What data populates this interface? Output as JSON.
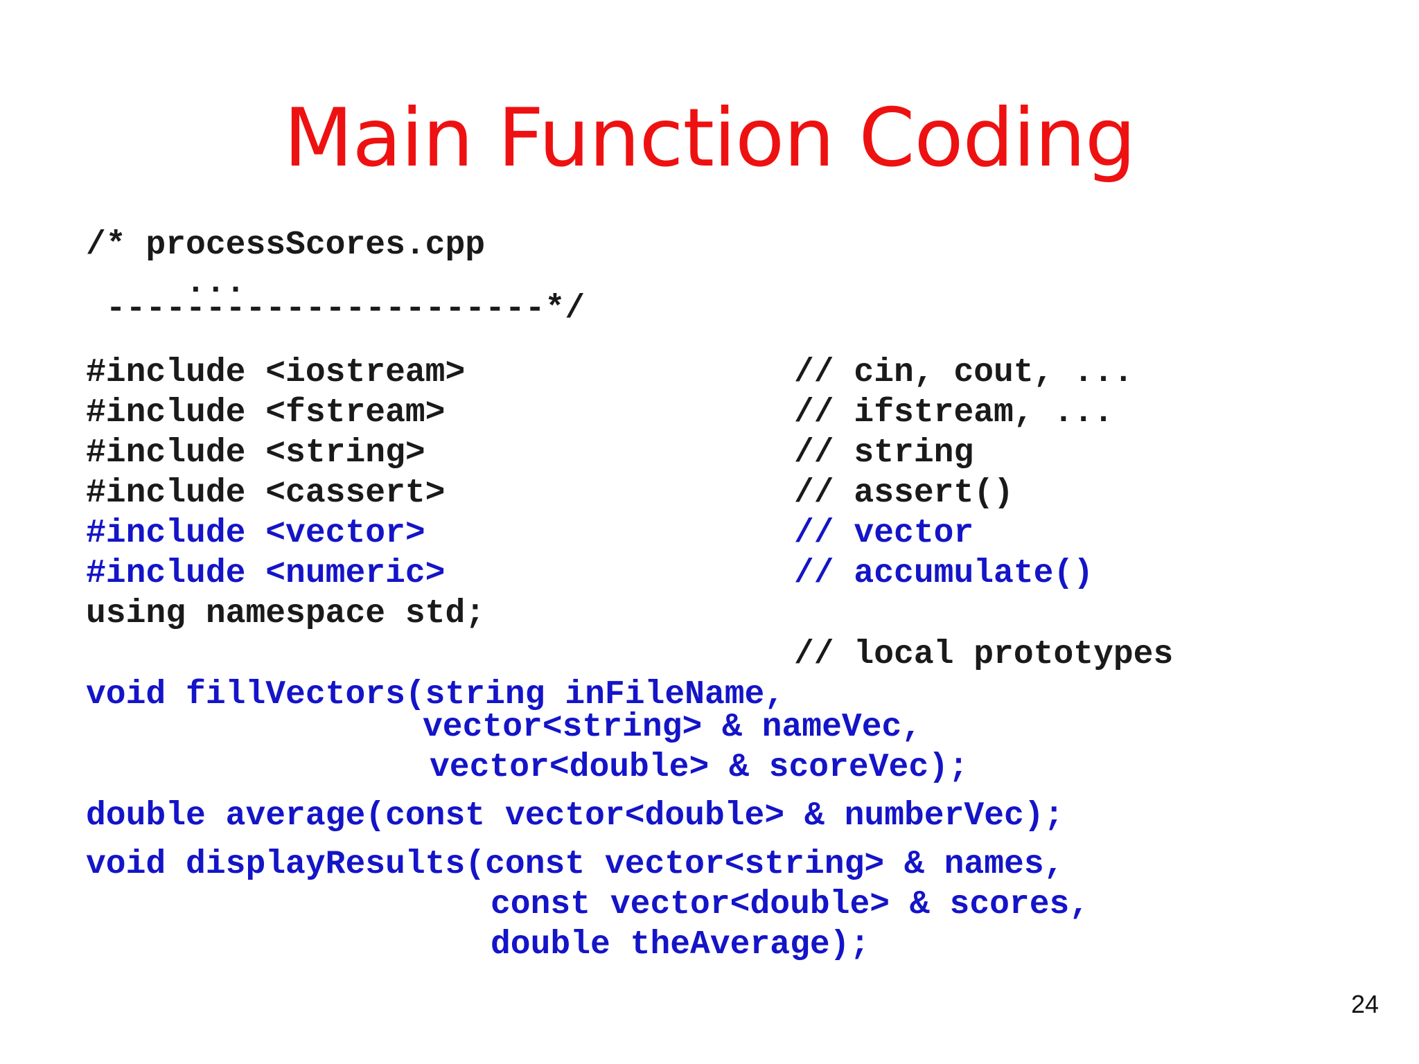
{
  "slide": {
    "title": "Main Function Coding",
    "page_number": "24"
  },
  "colors": {
    "title": "#ee1111",
    "code_default": "#1a1a1a",
    "code_highlight": "#1414c8"
  },
  "header_comment": [
    "/* processScores.cpp",
    "     ...",
    " ----------------------*/"
  ],
  "includes": [
    {
      "code": "#include <iostream>",
      "comment": "// cin, cout, ..."
    },
    {
      "code": "#include <fstream>",
      "comment": "// ifstream, ..."
    },
    {
      "code": "#include <string>",
      "comment": "// string"
    },
    {
      "code": "#include <cassert>",
      "comment": "// assert()"
    },
    {
      "code": "#include <vector>",
      "comment": "// vector"
    },
    {
      "code": "#include <numeric>",
      "comment": "// accumulate()"
    }
  ],
  "using_line": "using namespace std;",
  "prototypes_comment": "// local prototypes",
  "prototypes": {
    "fill_vectors": [
      "void fillVectors(string inFileName,",
      "vector<string> & nameVec,",
      "vector<double> & scoreVec);"
    ],
    "average": "double average(const vector<double> & numberVec);",
    "display_results": [
      "void displayResults(const vector<string> & names,",
      "const vector<double> & scores,",
      "double theAverage);"
    ]
  }
}
